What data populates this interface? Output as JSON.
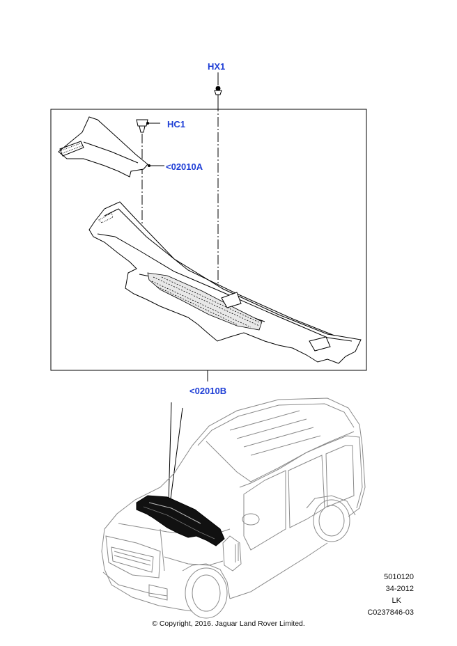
{
  "callouts": {
    "hx1": "HX1",
    "hc1": "HC1",
    "ref_a": "<02010A",
    "ref_b": "<02010B"
  },
  "footer": {
    "code1": "5010120",
    "code2": "34-2012",
    "code3": "LK",
    "code4": "C0237846-03",
    "copyright": "© Copyright, 2016. Jaguar Land Rover Limited."
  },
  "colors": {
    "callout": "#1f3fd6",
    "line": "#000000",
    "vehicle_line": "#888888",
    "highlight": "#111111"
  }
}
